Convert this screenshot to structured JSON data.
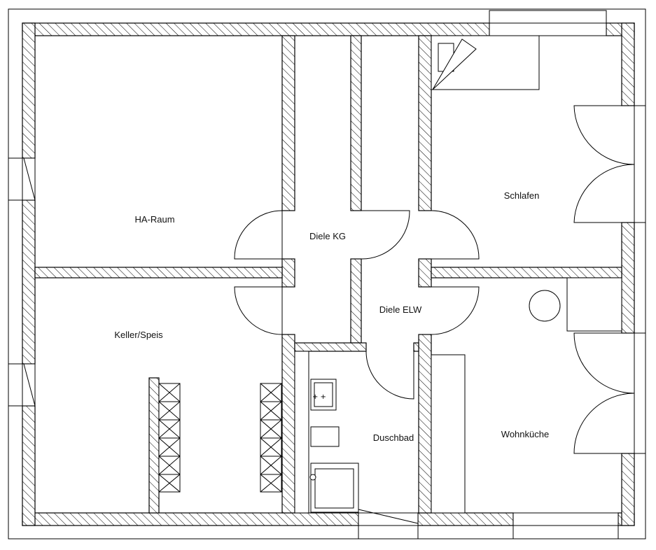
{
  "rooms": {
    "ha_raum": "HA-Raum",
    "keller_speis": "Keller/Speis",
    "diele_kg": "Diele KG",
    "diele_elw": "Diele ELW",
    "schlafen": "Schlafen",
    "duschbad": "Duschbad",
    "wohnkueche": "Wohnküche"
  }
}
